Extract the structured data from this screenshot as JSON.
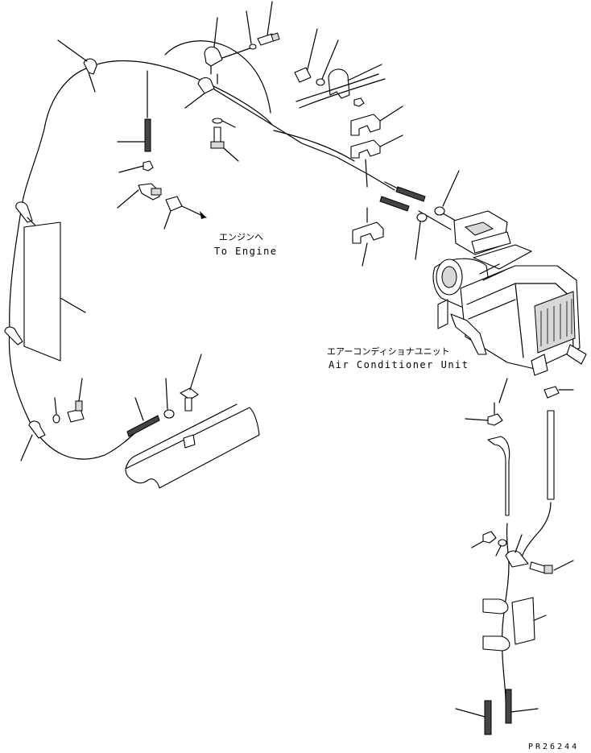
{
  "labels": {
    "engine_jp": "エンジンへ",
    "engine_en": "To Engine",
    "unit_jp": "エアーコンディショナユニット",
    "unit_en": "Air Conditioner Unit",
    "drawing_code": "PR26244"
  }
}
